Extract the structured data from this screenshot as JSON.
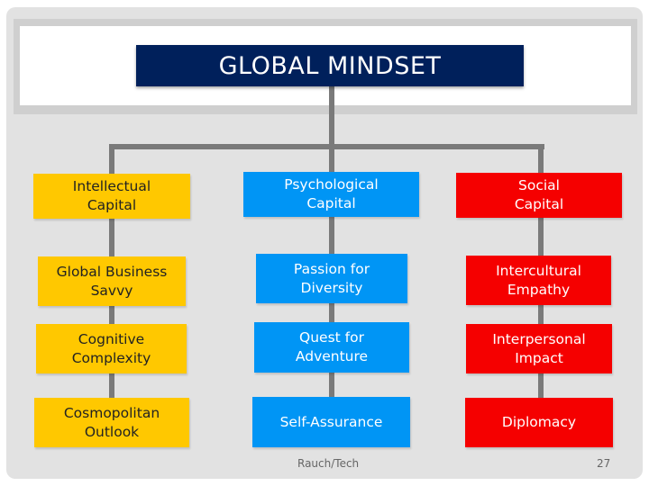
{
  "title": "GLOBAL MINDSET",
  "columns": [
    {
      "header": "Intellectual\nCapital",
      "header_lines": [
        "Intellectual",
        "Capital"
      ],
      "color": "#ffc800",
      "items": [
        {
          "lines": [
            "Global Business",
            "Savvy"
          ]
        },
        {
          "lines": [
            "Cognitive",
            "Complexity"
          ]
        },
        {
          "lines": [
            "Cosmopolitan",
            "Outlook"
          ]
        }
      ]
    },
    {
      "header_lines": [
        "Psychological",
        "Capital"
      ],
      "color": "#0095f5",
      "items": [
        {
          "lines": [
            "Passion for",
            "Diversity"
          ]
        },
        {
          "lines": [
            "Quest for",
            "Adventure"
          ]
        },
        {
          "lines": [
            "Self-Assurance"
          ]
        }
      ]
    },
    {
      "header_lines": [
        "Social",
        "Capital"
      ],
      "color": "#f50000",
      "items": [
        {
          "lines": [
            "Intercultural",
            "Empathy"
          ]
        },
        {
          "lines": [
            "Interpersonal",
            "Impact"
          ]
        },
        {
          "lines": [
            "Diplomacy"
          ]
        }
      ]
    }
  ],
  "footer": {
    "source": "Rauch/Tech",
    "page_number": "27"
  },
  "colors": {
    "title_bg": "#00205b",
    "connector": "#7a7a7a",
    "slide_bg": "#e2e2e2"
  }
}
